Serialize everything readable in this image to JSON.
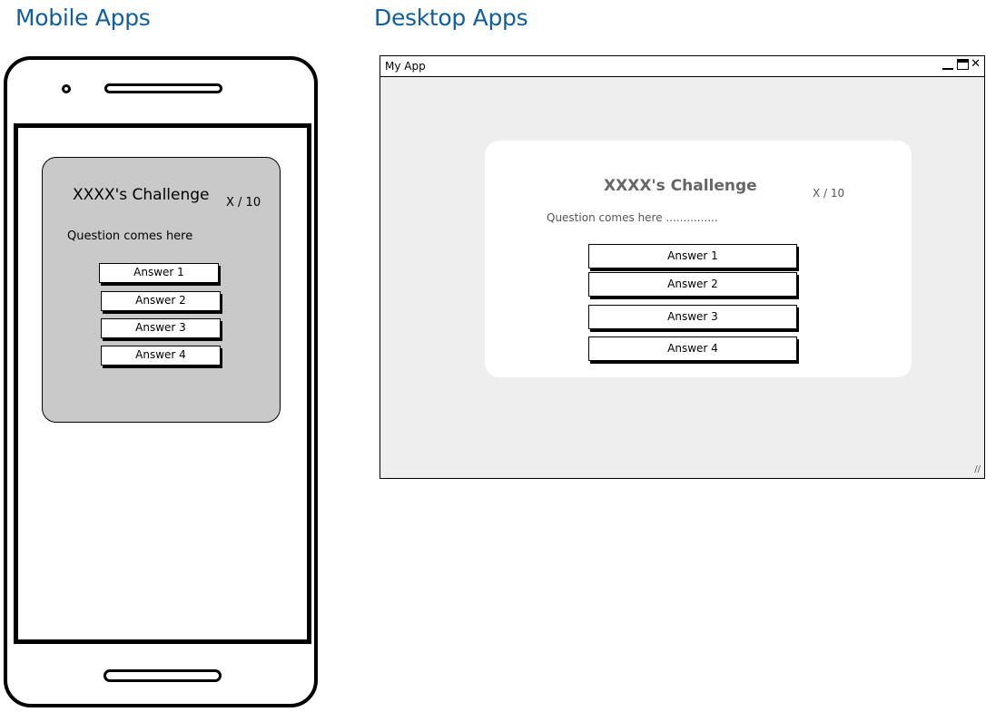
{
  "sections": {
    "mobile_title": "Mobile Apps",
    "desktop_title": "Desktop Apps"
  },
  "mobile": {
    "challenge_title": "XXXX's Challenge",
    "score": "X / 10",
    "question": "Question comes here",
    "answers": [
      "Answer 1",
      "Answer 2",
      "Answer 3",
      "Answer 4"
    ],
    "card_color": "#c9c9c9"
  },
  "desktop": {
    "window_title": "My App",
    "challenge_title": "XXXX's Challenge",
    "score": "X / 10",
    "question": "Question comes here ...............",
    "answers": [
      "Answer 1",
      "Answer 2",
      "Answer 3",
      "Answer 4"
    ],
    "window_bg": "#eeeeee"
  },
  "theme": {
    "heading_color": "#0f5fa0"
  },
  "icons": {
    "minimize": "minimize-icon",
    "maximize": "maximize-icon",
    "close": "close-icon",
    "resize": "resize-grip-icon"
  }
}
